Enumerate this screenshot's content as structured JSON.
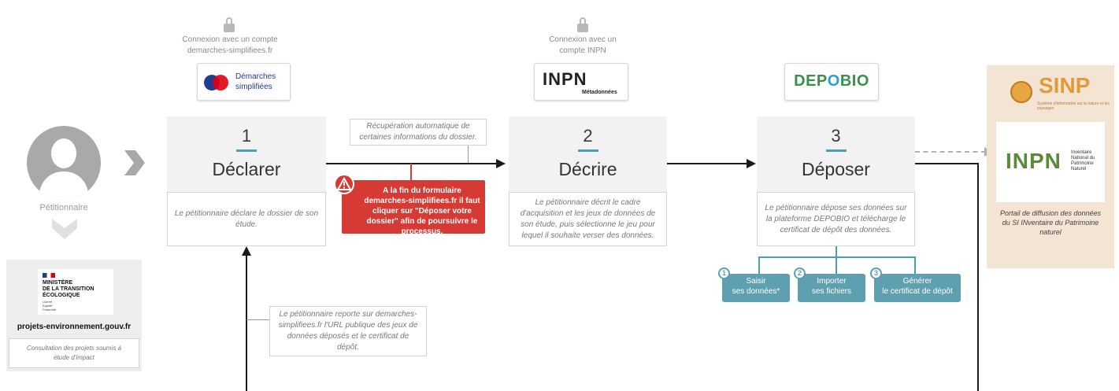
{
  "petitionnaire": {
    "label": "Pétitionnaire"
  },
  "ministry": {
    "line1": "MINISTÈRE",
    "line2": "DE LA TRANSITION",
    "line3": "ÉCOLOGIQUE",
    "motto1": "Liberté",
    "motto2": "Égalité",
    "motto3": "Fraternité",
    "site": "projets-environnement.gouv.fr",
    "desc": "Consultation des projets soumis à étude d'impact"
  },
  "login1": {
    "caption": "Connexion avec un compte demarches-simplifiees.fr",
    "logo_line1": "Démarches",
    "logo_line2": "simplifiées"
  },
  "login2": {
    "caption": "Connexion avec un compte INPN",
    "logo": "INPN",
    "logo_sub": "Métadonnées"
  },
  "logo3": {
    "text_a": "DEP",
    "text_b": "O",
    "text_c": "BIO"
  },
  "step1": {
    "num": "1",
    "title": "Déclarer",
    "desc": "Le pétitionnaire déclare le dossier de son étude."
  },
  "step2": {
    "num": "2",
    "title": "Décrire",
    "desc": "Le pétitionnaire décrit le cadre d'acquisition et les jeux de données de son étude, puis sélectionne le jeu pour lequel il souhaite verser des données."
  },
  "step3": {
    "num": "3",
    "title": "Déposer",
    "desc": "Le pétitionnaire dépose ses données sur la plateforme DEPOBIO et télécharge le certificat de dépôt des données."
  },
  "auto_note": "Récupération automatique de certaines informations du dossier.",
  "alert": "A la fin du formulaire demarches-simplifiees.fr il faut cliquer sur \"Déposer votre dossier\" afin de poursuivre le processus.",
  "report_note": "Le pétitionnaire reporte sur demarches-simplifiees.fr l'URL publique des jeux de données déposés et le certificat de dépôt.",
  "substeps": [
    {
      "n": "1",
      "line1": "Saisir",
      "line2": "ses données*"
    },
    {
      "n": "2",
      "line1": "Importer",
      "line2": "ses fichiers"
    },
    {
      "n": "3",
      "line1": "Générer",
      "line2": "le certificat de dépôt"
    }
  ],
  "sinp": {
    "title": "SINP",
    "subtitle": "Système d'information sur la nature et les paysages",
    "inpn": "INPN",
    "inpn_sub1": "Inventaire",
    "inpn_sub2": "National du",
    "inpn_sub3": "Patrimoine",
    "inpn_sub4": "Naturel",
    "desc": "Portail de diffusion des données du SI INventaire du Patrimoine naturel"
  },
  "colors": {
    "accent": "#4a9fb5",
    "alert": "#d63a34",
    "sinp_bg": "#f3e4d4",
    "sub_btn": "#5e9fb0"
  }
}
